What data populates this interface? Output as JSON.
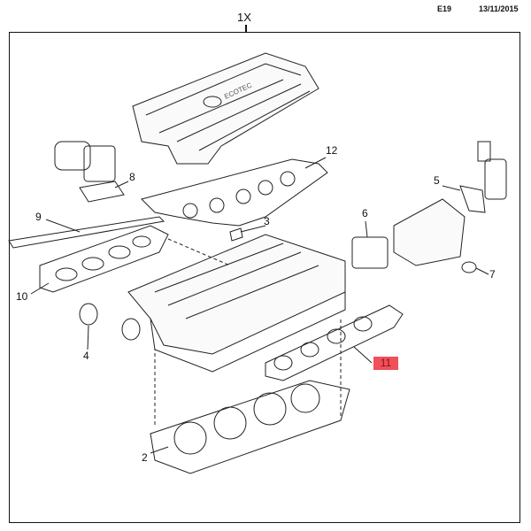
{
  "header": {
    "code": "E19",
    "date": "13/11/2015",
    "quantity": "1X"
  },
  "callouts": {
    "p2": "2",
    "p3": "3",
    "p4": "4",
    "p5": "5",
    "p6": "6",
    "p7": "7",
    "p8": "8",
    "p9": "9",
    "p10": "10",
    "p11": "11",
    "p12": "12"
  },
  "highlight_color": "#f0505a",
  "logo_text": "ECOTEC"
}
